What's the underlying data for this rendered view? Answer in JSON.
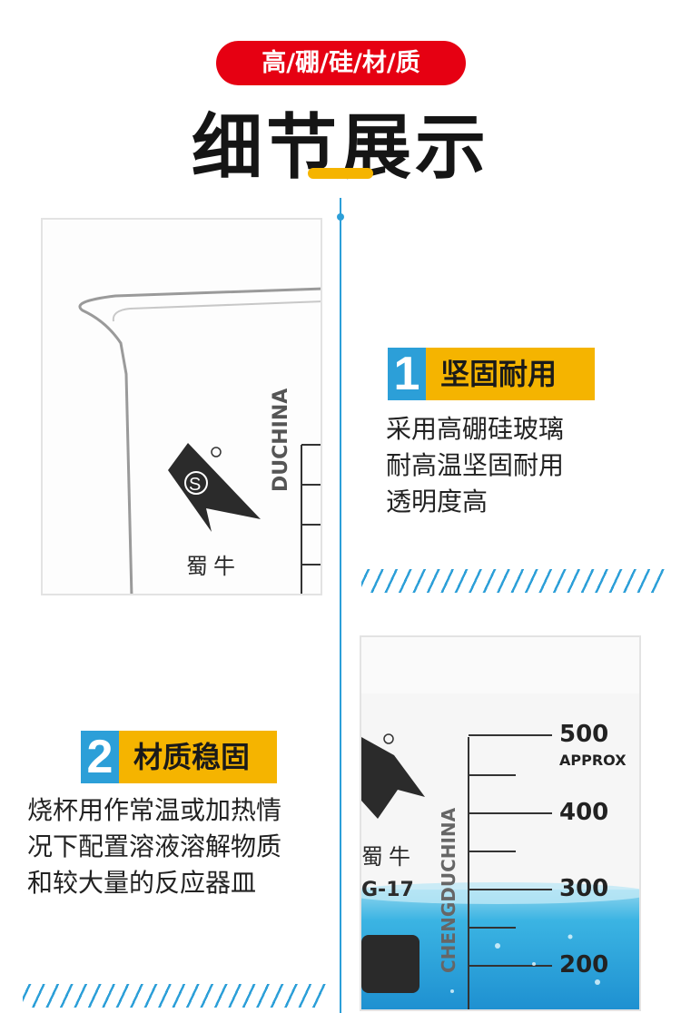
{
  "header": {
    "badge": "高/硼/硅/材/质",
    "title": "细节展示"
  },
  "feature1": {
    "number": "1",
    "title": "坚固耐用",
    "lines": [
      "采用高硼硅玻璃",
      "耐高温坚固耐用",
      "透明度高"
    ]
  },
  "feature2": {
    "number": "2",
    "title": "材质稳固",
    "lines": [
      "烧杯用作常温或加热情",
      "况下配置溶液溶解物质",
      "和较大量的反应器皿"
    ]
  },
  "photo1": {
    "brand": "蜀牛",
    "vertical_text": "DUCHINA"
  },
  "photo2": {
    "brand": "蜀牛",
    "vertical_text": "CHENGDUCHINA",
    "model": "G-17",
    "scale": [
      "500",
      "APPROX",
      "400",
      "300",
      "200"
    ]
  },
  "colors": {
    "accent_red": "#e60012",
    "accent_yellow": "#f5b400",
    "accent_blue": "#2c9fd8"
  }
}
